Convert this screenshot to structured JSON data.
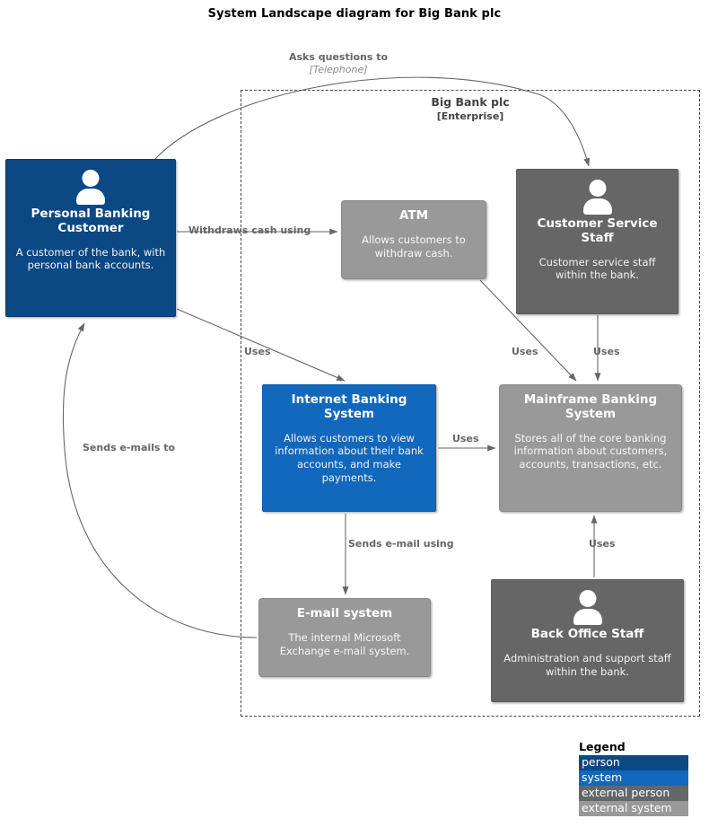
{
  "title": "System Landscape diagram for Big Bank plc",
  "boundary": {
    "name": "Big Bank plc",
    "type": "[Enterprise]"
  },
  "nodes": {
    "personal_banking_customer": {
      "title": "Personal Banking Customer",
      "desc": "A customer of the bank, with personal bank accounts.",
      "kind": "person",
      "color": "#0b4884"
    },
    "atm": {
      "title": "ATM",
      "desc": "Allows customers to withdraw cash.",
      "kind": "external system",
      "color": "#999999"
    },
    "customer_service_staff": {
      "title": "Customer Service Staff",
      "desc": "Customer service staff within the bank.",
      "kind": "external person",
      "color": "#666666"
    },
    "internet_banking_system": {
      "title": "Internet Banking System",
      "desc": "Allows customers to view information about their bank accounts, and make payments.",
      "kind": "system",
      "color": "#1168bd"
    },
    "mainframe_banking_system": {
      "title": "Mainframe Banking System",
      "desc": "Stores all of the core banking information about customers, accounts, transactions, etc.",
      "kind": "external system",
      "color": "#999999"
    },
    "email_system": {
      "title": "E-mail system",
      "desc": "The internal Microsoft Exchange e-mail system.",
      "kind": "external system",
      "color": "#999999"
    },
    "back_office_staff": {
      "title": "Back Office Staff",
      "desc": "Administration and support staff within the bank.",
      "kind": "external person",
      "color": "#666666"
    }
  },
  "edges": {
    "asks_questions": {
      "label": "Asks questions to",
      "tech": "[Telephone]"
    },
    "withdraws_cash": {
      "label": "Withdraws cash using"
    },
    "customer_uses_ibs": {
      "label": "Uses"
    },
    "atm_uses_mainframe": {
      "label": "Uses"
    },
    "css_uses_mainframe": {
      "label": "Uses"
    },
    "ibs_uses_mainframe": {
      "label": "Uses"
    },
    "ibs_sends_email": {
      "label": "Sends e-mail using"
    },
    "bos_uses_mainframe": {
      "label": "Uses"
    },
    "email_sends_to_customer": {
      "label": "Sends e-mails to"
    }
  },
  "legend": {
    "title": "Legend",
    "items": [
      {
        "label": "person",
        "color": "#0b4884"
      },
      {
        "label": "system",
        "color": "#1168bd"
      },
      {
        "label": "external person",
        "color": "#666666"
      },
      {
        "label": "external system",
        "color": "#999999"
      }
    ]
  }
}
